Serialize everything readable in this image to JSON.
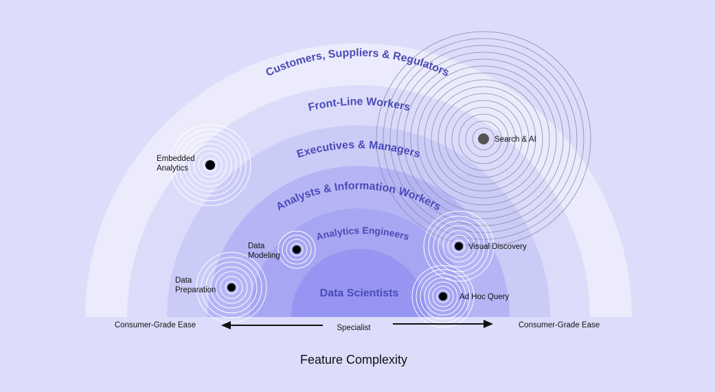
{
  "colors": {
    "background": "#dcdcfb",
    "band_outer": "#ebebfb",
    "band_front_line": "#dcdcfa",
    "band_executives": "#cbcbf8",
    "band_analysts": "#b5b5f5",
    "band_engineers": "#a6a6f3",
    "band_core": "#9696f2",
    "label_text": "#4a4ab8",
    "dot": "#000000",
    "dot_search": "#555555"
  },
  "bands": [
    {
      "label": "Customers, Suppliers & Regulators"
    },
    {
      "label": "Front-Line Workers"
    },
    {
      "label": "Executives & Managers"
    },
    {
      "label": "Analysts & Information Workers"
    },
    {
      "label": "Analytics Engineers"
    },
    {
      "label": "Data Scientists"
    }
  ],
  "features": {
    "search_ai": {
      "label": "Search & AI",
      "icon": "large-dot-icon"
    },
    "embedded_analytics": {
      "line1": "Embedded",
      "line2": "Analytics"
    },
    "data_modeling": {
      "line1": "Data",
      "line2": "Modeling"
    },
    "data_preparation": {
      "line1": "Data",
      "line2": "Preparation"
    },
    "visual_discovery": {
      "label": "Visual Discovery"
    },
    "ad_hoc_query": {
      "label": "Ad Hoc Query"
    }
  },
  "axis": {
    "left_label": "Consumer-Grade Ease",
    "center_label": "Specialist",
    "right_label": "Consumer-Grade Ease",
    "title": "Feature Complexity",
    "left_arrow_icon": "arrow-left-icon",
    "right_arrow_icon": "arrow-right-icon"
  }
}
